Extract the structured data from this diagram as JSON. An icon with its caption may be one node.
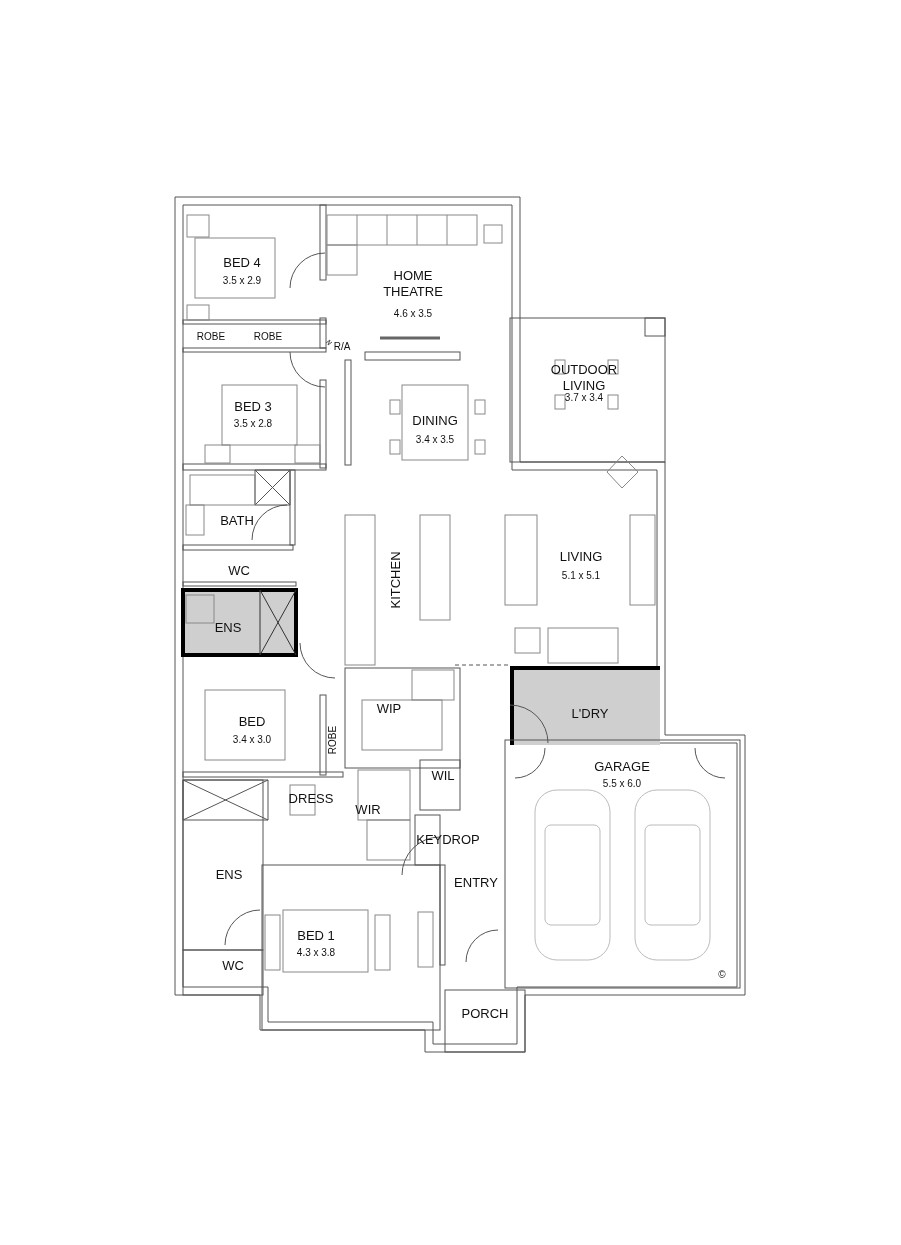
{
  "diagram": {
    "labels": [
      "BED 4",
      "3.5 x 2.9",
      "HOME THEATRE",
      "4.6 x 3.5",
      "ROBE",
      "ROBE",
      "R/A",
      "OUTDOOR LIVING",
      "3.7 x 3.4",
      "BED 3",
      "3.5 x 2.8",
      "DINING",
      "3.4 x 3.5",
      "BATH",
      "LIVING",
      "5.1 x 5.1",
      "KITCHEN",
      "WC",
      "ENS",
      "L'DRY",
      "WIP",
      "BED",
      "3.4 x 3.0",
      "ROBE",
      "GARAGE",
      "5.5 x 6.0",
      "WIL",
      "DRESS",
      "WIR",
      "KEYDROP",
      "ENS",
      "ENTRY",
      "BED 1",
      "4.3 x 3.8",
      "WC",
      "©",
      "PORCH"
    ]
  }
}
